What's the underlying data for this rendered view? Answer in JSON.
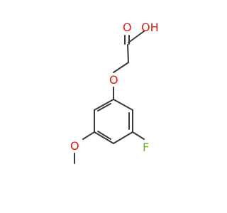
{
  "molecule": {
    "atoms": {
      "oh": "OH",
      "carbonyl_o": "O",
      "ether_o": "O",
      "fluorine": "F",
      "methoxy_o": "O"
    },
    "colors": {
      "oxygen": "#e8170d",
      "fluorine": "#76a93c",
      "bond": "#3a3a3a"
    }
  }
}
